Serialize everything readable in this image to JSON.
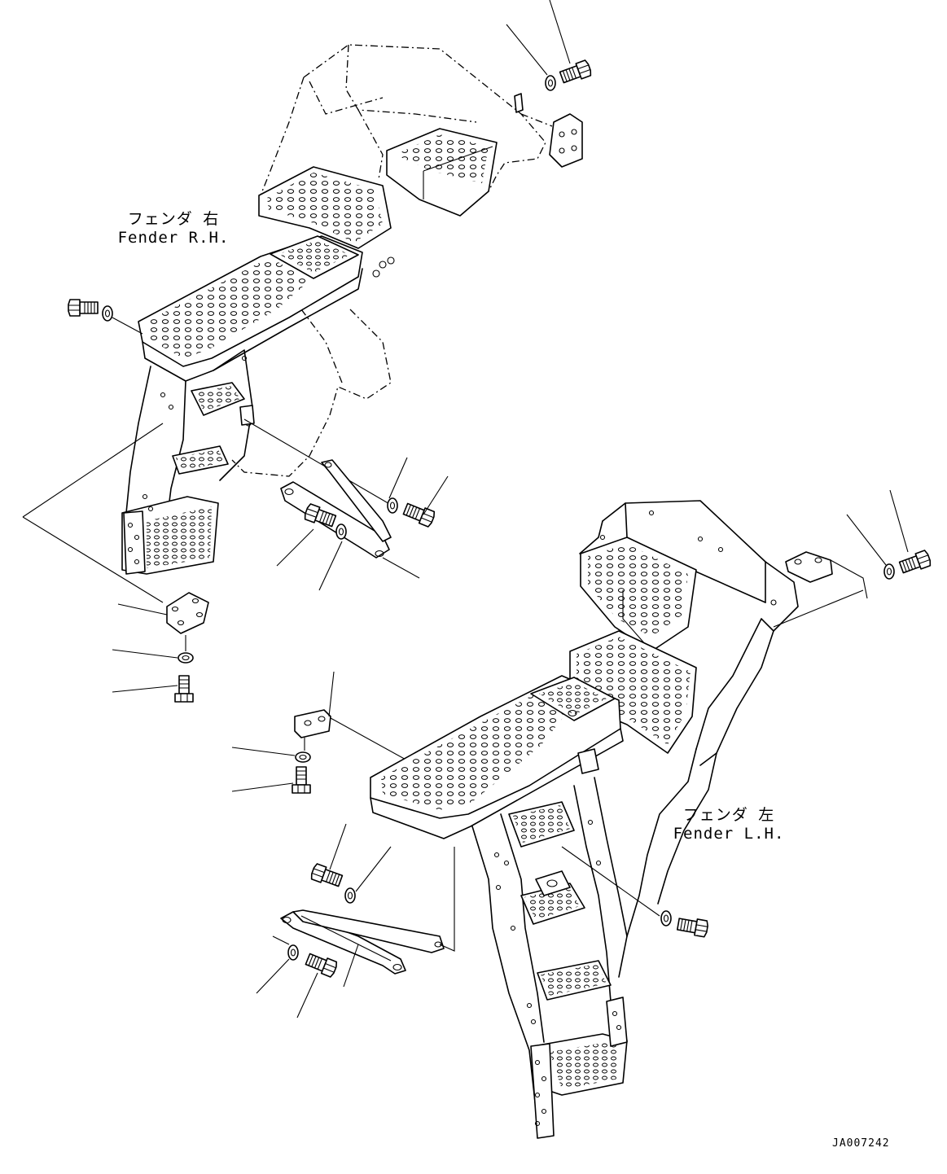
{
  "labels": {
    "fender_rh_jp": "フェンダ 右",
    "fender_rh_en": "Fender R.H.",
    "fender_lh_jp": "フェンダ 左",
    "fender_lh_en": "Fender L.H."
  },
  "drawing_code": "JA007242",
  "colors": {
    "line": "#000000",
    "background": "#ffffff"
  }
}
